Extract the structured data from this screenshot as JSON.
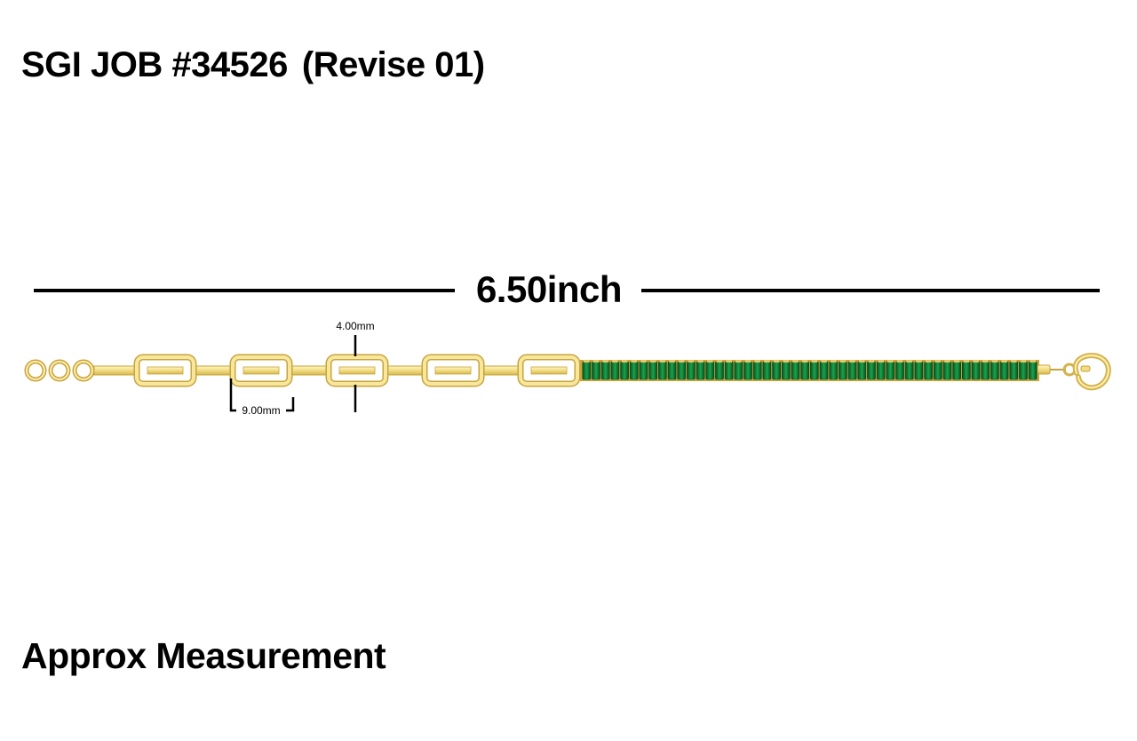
{
  "header": {
    "job_number": "SGI JOB #34526",
    "revision": "(Revise 01)"
  },
  "dimensions": {
    "total_length": "6.50inch",
    "link_width": "4.00mm",
    "link_length": "9.00mm"
  },
  "footer": {
    "note": "Approx Measurement"
  },
  "colors": {
    "gold": "#f0dd82",
    "gold_edge": "#c9a43b",
    "emerald": "#0f7a36",
    "emerald_dark": "#064d20"
  },
  "bracelet": {
    "extension_rings": 3,
    "paperclip_links": 5,
    "baguette_stones": 48,
    "clasp": "lobster-clasp-icon"
  }
}
